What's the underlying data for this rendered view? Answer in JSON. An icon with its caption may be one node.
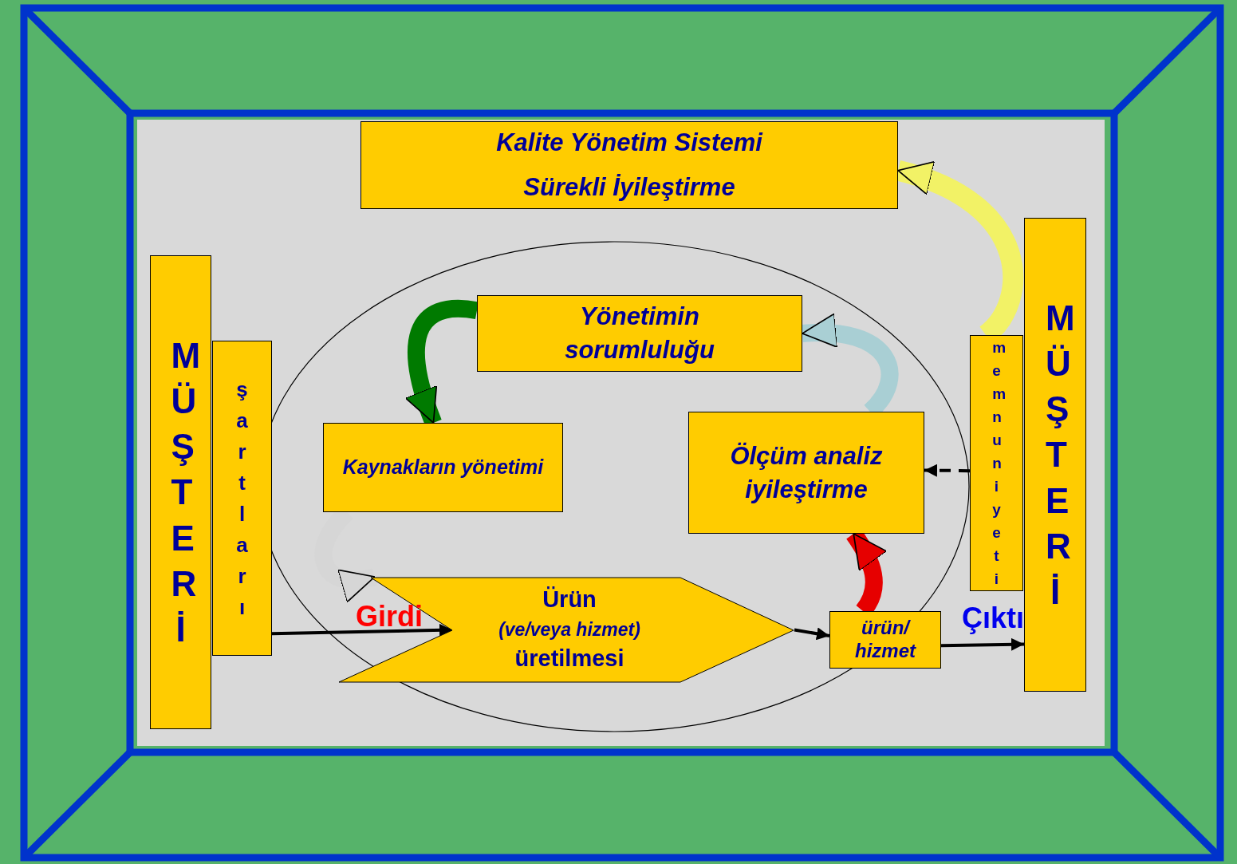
{
  "diagram": {
    "nodes": [
      {
        "text": [
          "Kalite Yönetim Sistemi",
          "Sürekli İyileştirme"
        ]
      },
      {
        "text": [
          "MÜŞTERİ"
        ]
      },
      {
        "text": [
          "şartları"
        ]
      },
      {
        "text": [
          "Yönetimin sorumluluğu"
        ]
      },
      {
        "text": [
          "Kaynakların yönetimi"
        ]
      },
      {
        "text": [
          "Ölçüm analiz iyileştirme"
        ]
      },
      {
        "text": [
          "Ürün",
          "(ve/veya hizmet)",
          "üretilmesi"
        ]
      },
      {
        "text": [
          "ürün/ hizmet"
        ]
      },
      {
        "text": [
          "memnuniyeti"
        ]
      },
      {
        "text": [
          "MÜŞTERİ"
        ]
      }
    ],
    "edges": [
      {
        "from": 3,
        "to": 4,
        "arrow": "to",
        "color": "#007a00"
      },
      {
        "from": 4,
        "to": 6,
        "arrow": "to",
        "color": "#d6d6d6"
      },
      {
        "from": 7,
        "to": 5,
        "arrow": "to",
        "color": "#e60000"
      },
      {
        "from": 5,
        "to": 3,
        "arrow": "to",
        "color": "#a9cfd4"
      },
      {
        "from": 8,
        "to": 0,
        "arrow": "to",
        "color": "#f2f266"
      },
      {
        "from": 2,
        "to": 6,
        "arrow": "to",
        "label": "Girdi"
      },
      {
        "from": 6,
        "to": 7,
        "arrow": "to"
      },
      {
        "from": 7,
        "to": 9,
        "arrow": "to",
        "label": "Çıktı"
      },
      {
        "from": 8,
        "to": 5,
        "arrow": "to",
        "style": "dashed"
      }
    ]
  }
}
